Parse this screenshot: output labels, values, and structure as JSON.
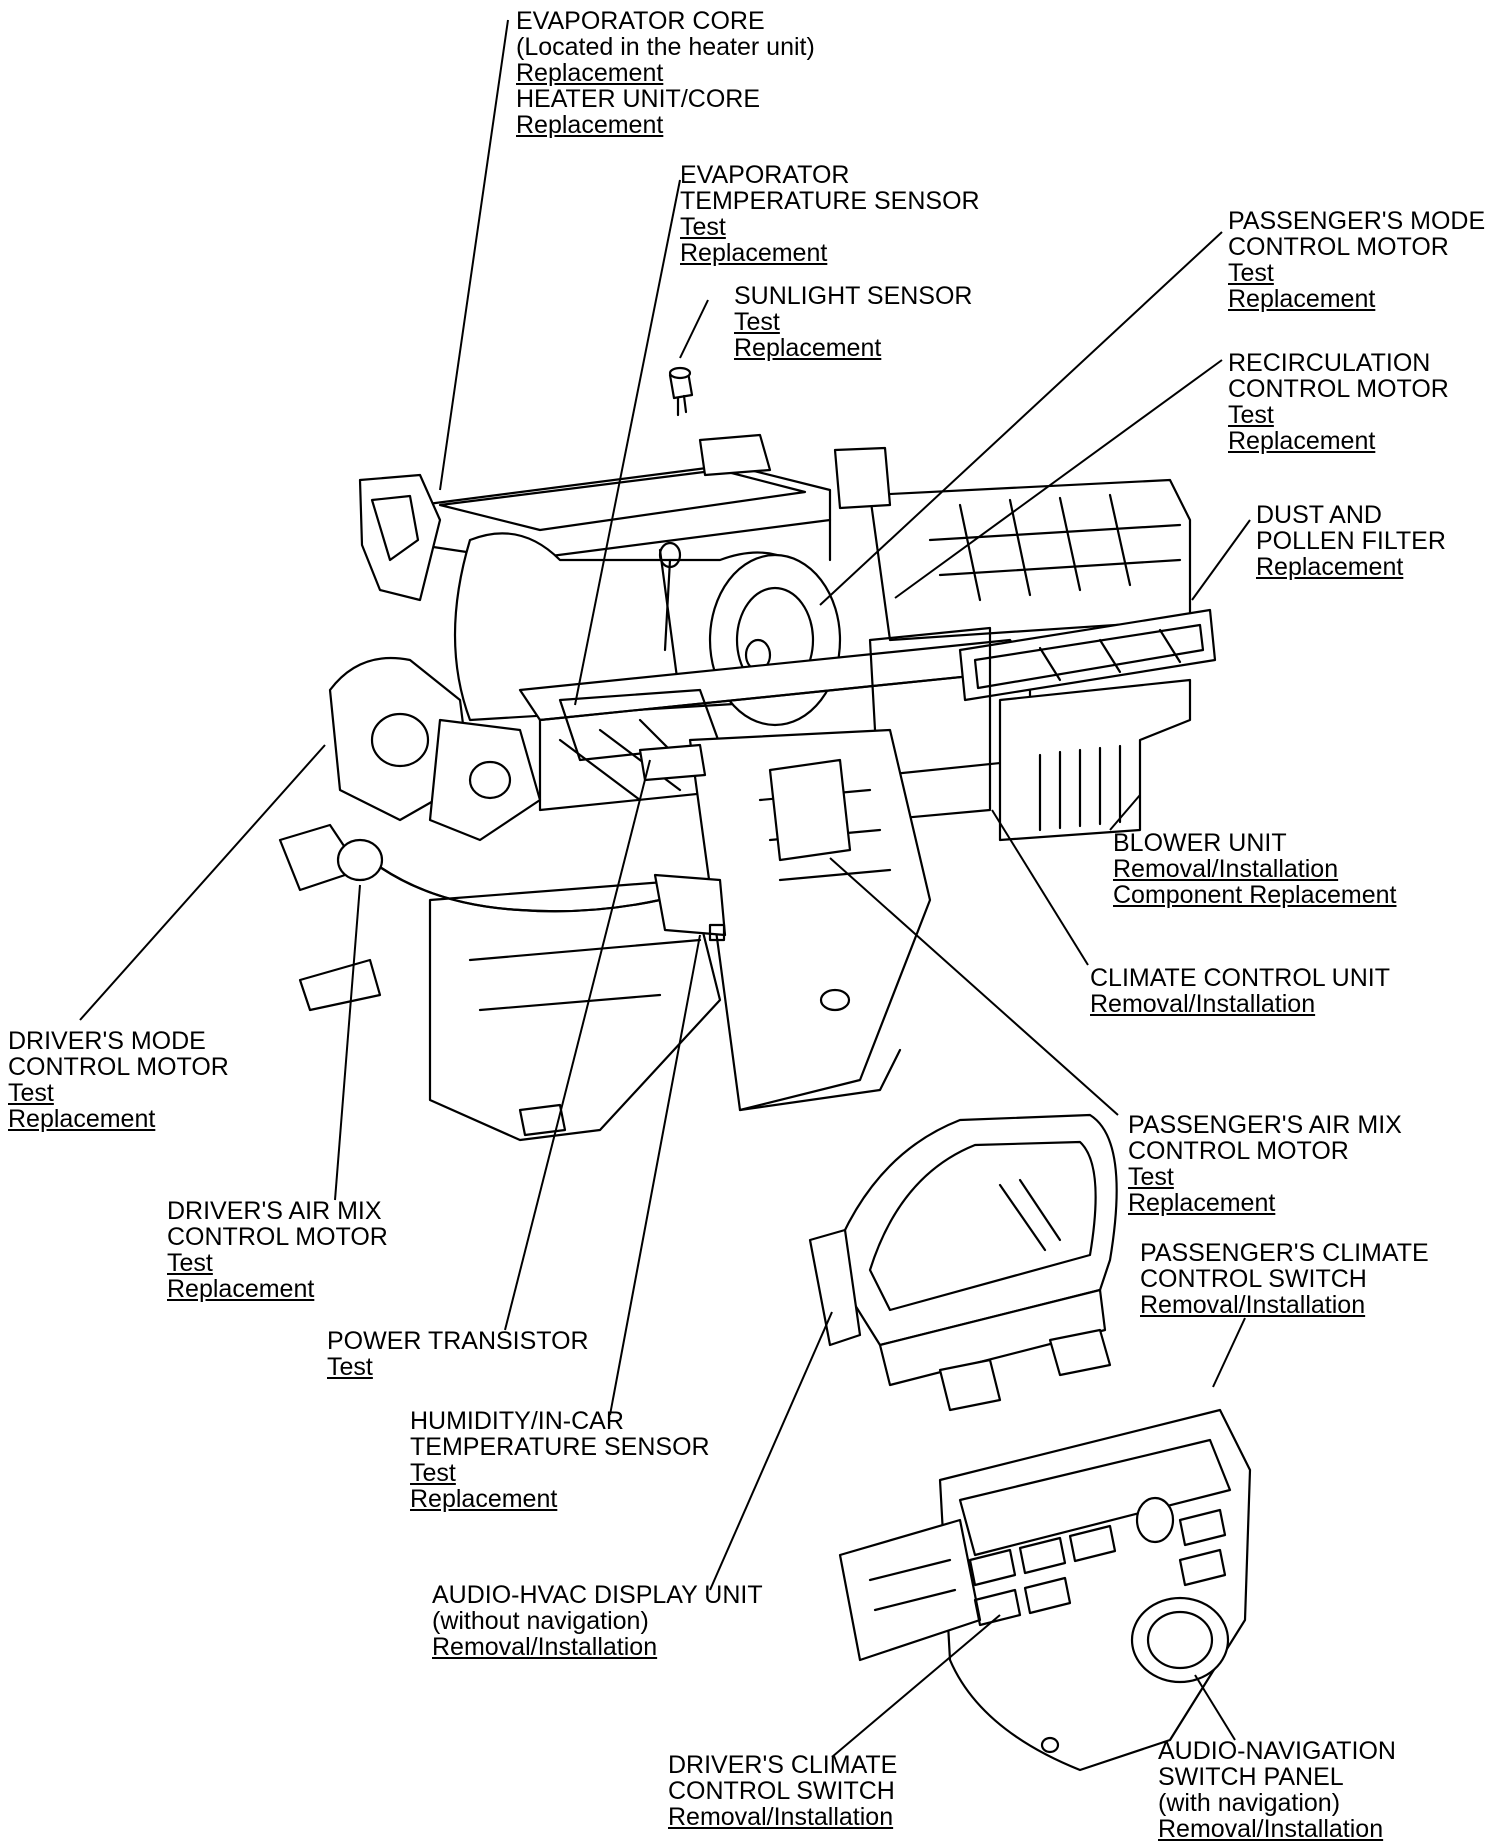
{
  "labels": {
    "evaporator_core": {
      "title": "EVAPORATOR CORE",
      "note": "(Located in the heater unit)",
      "link1": "Replacement",
      "title2": "HEATER UNIT/CORE",
      "link2": "Replacement"
    },
    "evap_temp_sensor": {
      "line1": "EVAPORATOR",
      "line2": "TEMPERATURE SENSOR",
      "link1": "Test",
      "link2": "Replacement"
    },
    "sunlight_sensor": {
      "title": "SUNLIGHT SENSOR",
      "link1": "Test",
      "link2": "Replacement"
    },
    "passenger_mode_motor": {
      "line1": "PASSENGER'S MODE",
      "line2": "CONTROL MOTOR",
      "link1": "Test",
      "link2": "Replacement"
    },
    "recirculation_motor": {
      "line1": "RECIRCULATION",
      "line2": "CONTROL MOTOR",
      "link1": "Test",
      "link2": "Replacement"
    },
    "dust_filter": {
      "line1": "DUST AND",
      "line2": "POLLEN FILTER",
      "link1": "Replacement"
    },
    "blower_unit": {
      "title": "BLOWER UNIT",
      "link1": "Removal/Installation",
      "link2": "Component Replacement"
    },
    "climate_control_unit": {
      "title": "CLIMATE CONTROL UNIT",
      "link1": "Removal/Installation"
    },
    "driver_mode_motor": {
      "line1": "DRIVER'S MODE",
      "line2": "CONTROL MOTOR",
      "link1": "Test",
      "link2": "Replacement"
    },
    "passenger_airmix_motor": {
      "line1": "PASSENGER'S AIR MIX",
      "line2": "CONTROL MOTOR",
      "link1": "Test",
      "link2": "Replacement"
    },
    "driver_airmix_motor": {
      "line1": "DRIVER'S AIR MIX",
      "line2": "CONTROL MOTOR",
      "link1": "Test",
      "link2": "Replacement"
    },
    "passenger_climate_switch": {
      "line1": "PASSENGER'S CLIMATE",
      "line2": "CONTROL SWITCH",
      "link1": "Removal/Installation"
    },
    "power_transistor": {
      "title": "POWER TRANSISTOR",
      "link1": "Test"
    },
    "humidity_sensor": {
      "line1": "HUMIDITY/IN-CAR",
      "line2": "TEMPERATURE SENSOR",
      "link1": "Test",
      "link2": "Replacement"
    },
    "display_unit": {
      "title": "AUDIO-HVAC DISPLAY UNIT",
      "note": "(without navigation)",
      "link1": "Removal/Installation"
    },
    "driver_climate_switch": {
      "line1": "DRIVER'S CLIMATE",
      "line2": "CONTROL SWITCH",
      "link1": "Removal/Installation"
    },
    "audio_nav_panel": {
      "line1": "AUDIO-NAVIGATION",
      "line2": "SWITCH PANEL",
      "note": "(with navigation)",
      "link1": "Removal/Installation"
    }
  }
}
